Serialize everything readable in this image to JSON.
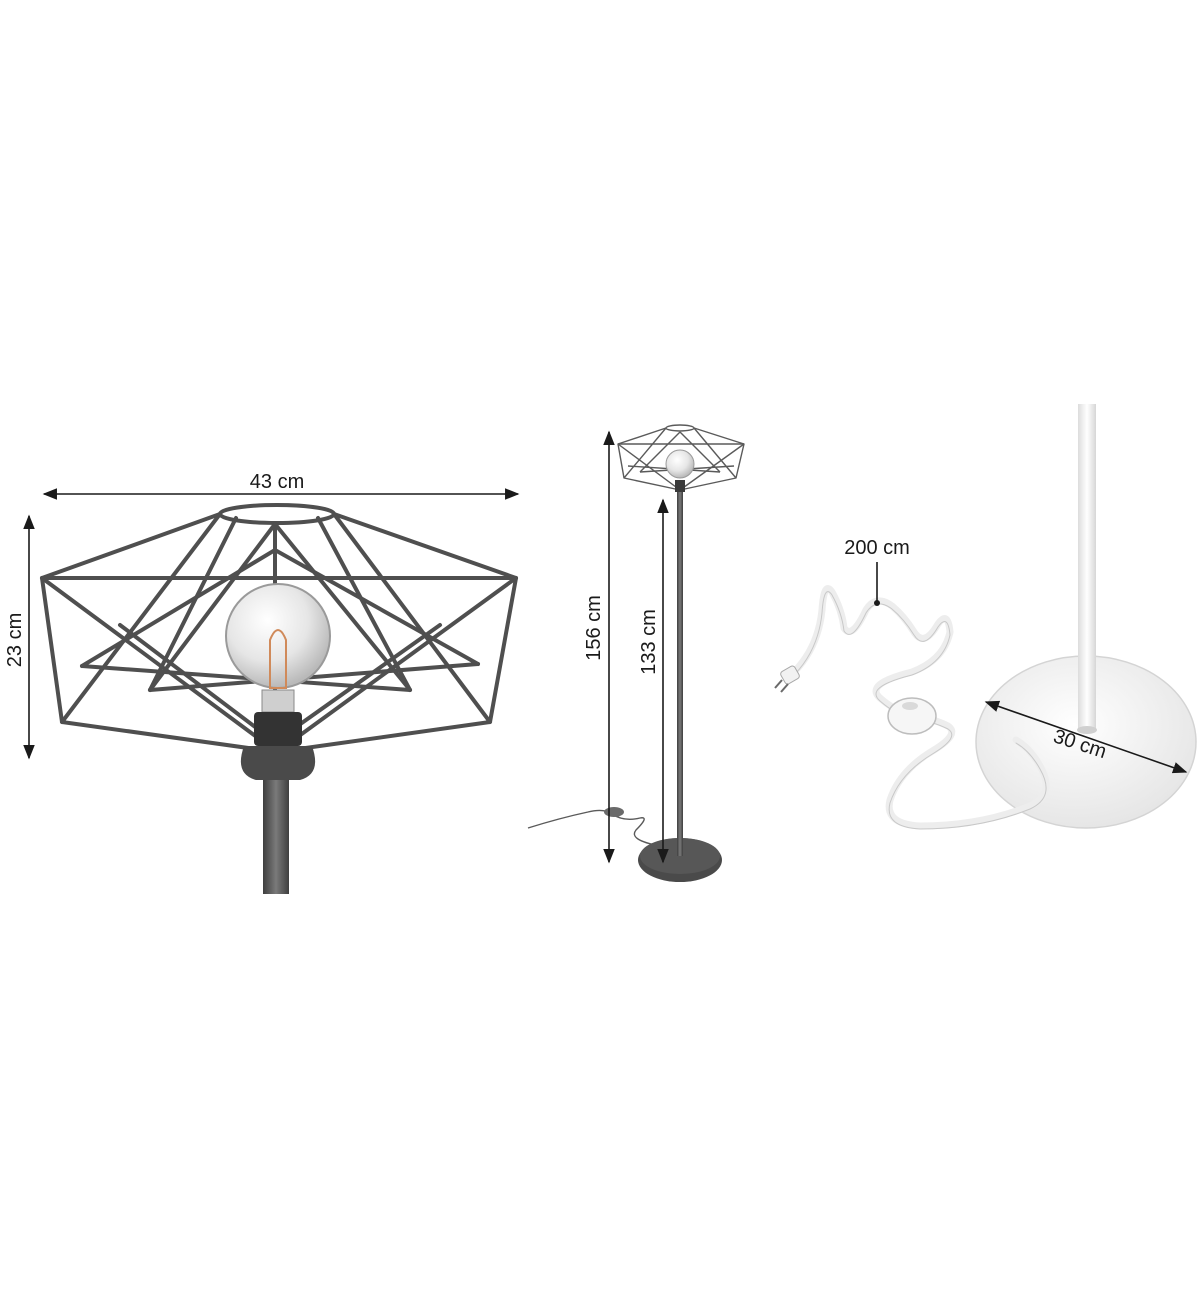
{
  "dimensions": {
    "shade_width": "43 cm",
    "shade_height": "23 cm",
    "lamp_total_height": "156 cm",
    "lamp_pole_height": "133 cm",
    "cable_length": "200 cm",
    "base_diameter": "30 cm"
  },
  "colors": {
    "frame_metal": "#4f4f4f",
    "base_dark": "#4a4a4a",
    "white_parts": "#f4f4f4",
    "dimension_ink": "#1a1a1a"
  }
}
